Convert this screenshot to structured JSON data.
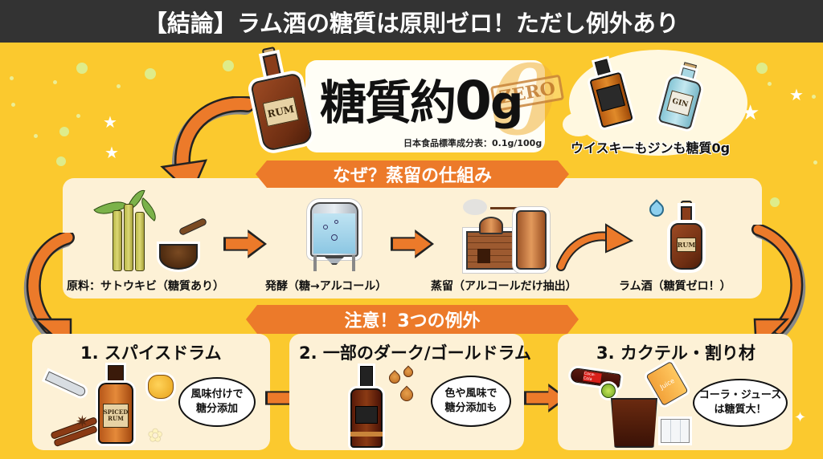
{
  "title": "【結論】ラム酒の糖質は原則ゼロ！ただし例外あり",
  "hero": {
    "main_text": "糖質約",
    "zero": "0",
    "unit": "g",
    "stamp": "ZERO",
    "big_zero": "0",
    "sub_text": "日本食品標準成分表：0.1g/100g",
    "bottle_label": "RUM"
  },
  "side_note": {
    "text": "ウイスキーもジンも糖質0g",
    "gin_label": "GIN"
  },
  "process": {
    "banner": "なぜ？蒸留の仕組み",
    "steps": [
      {
        "label": "原料：サトウキビ（糖質あり）",
        "icon": "sugarcane-icon"
      },
      {
        "label": "発酵（糖→アルコール）",
        "icon": "fermentation-tank-icon"
      },
      {
        "label": "蒸留（アルコールだけ抽出）",
        "icon": "distillation-still-icon"
      },
      {
        "label": "ラム酒（糖質ゼロ！）",
        "icon": "rum-bottle-icon",
        "bottle_label": "RUM"
      }
    ]
  },
  "exceptions": {
    "banner": "注意！3つの例外",
    "items": [
      {
        "title": "1. スパイスドラム",
        "bubble_line1": "風味付けで",
        "bubble_line2": "糖分添加",
        "bottle_label": "SPICED RUM"
      },
      {
        "title": "2. 一部のダーク/ゴールドラム",
        "bubble_line1": "色や風味で",
        "bubble_line2": "糖分添加も"
      },
      {
        "title": "3. カクテル・割り材",
        "bubble_line1": "コーラ・ジュース",
        "bubble_line2": "は糖質大！",
        "cola_label": "Coca-Cola",
        "juice_label": "Juice"
      }
    ]
  },
  "colors": {
    "background": "#fbc92e",
    "title_bar": "#333333",
    "accent_orange": "#ec7a2a",
    "panel": "#fdf1d6"
  }
}
